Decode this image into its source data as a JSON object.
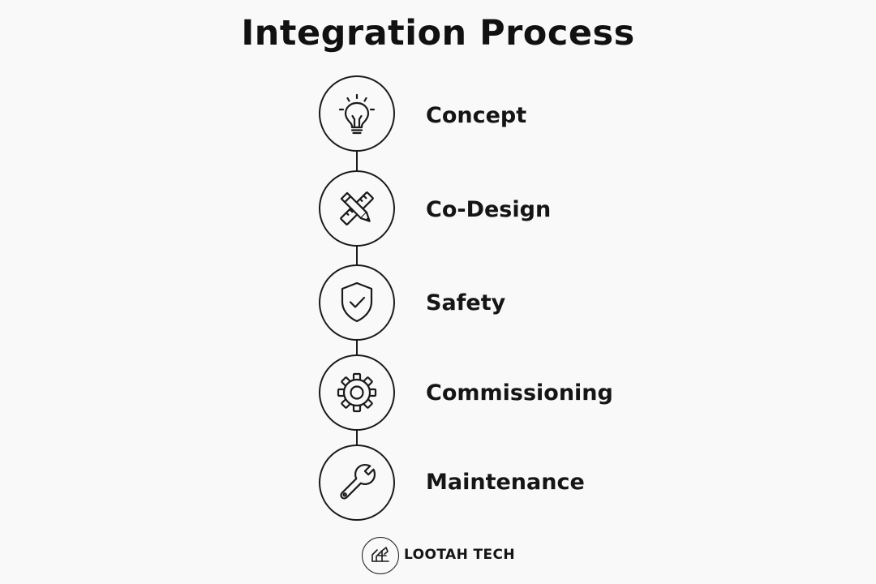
{
  "title": "Integration Process",
  "steps": [
    {
      "label": "Concept",
      "icon": "lightbulb-icon"
    },
    {
      "label": "Co-Design",
      "icon": "ruler-pencil-icon"
    },
    {
      "label": "Safety",
      "icon": "shield-check-icon"
    },
    {
      "label": "Commissioning",
      "icon": "gear-icon"
    },
    {
      "label": "Maintenance",
      "icon": "wrench-icon"
    }
  ],
  "brand": {
    "name": "LOOTAH TECH",
    "logo_icon": "lootah-logo-icon"
  },
  "colors": {
    "background": "#f9f9f9",
    "line": "#1a1a1a",
    "text": "#111111"
  }
}
